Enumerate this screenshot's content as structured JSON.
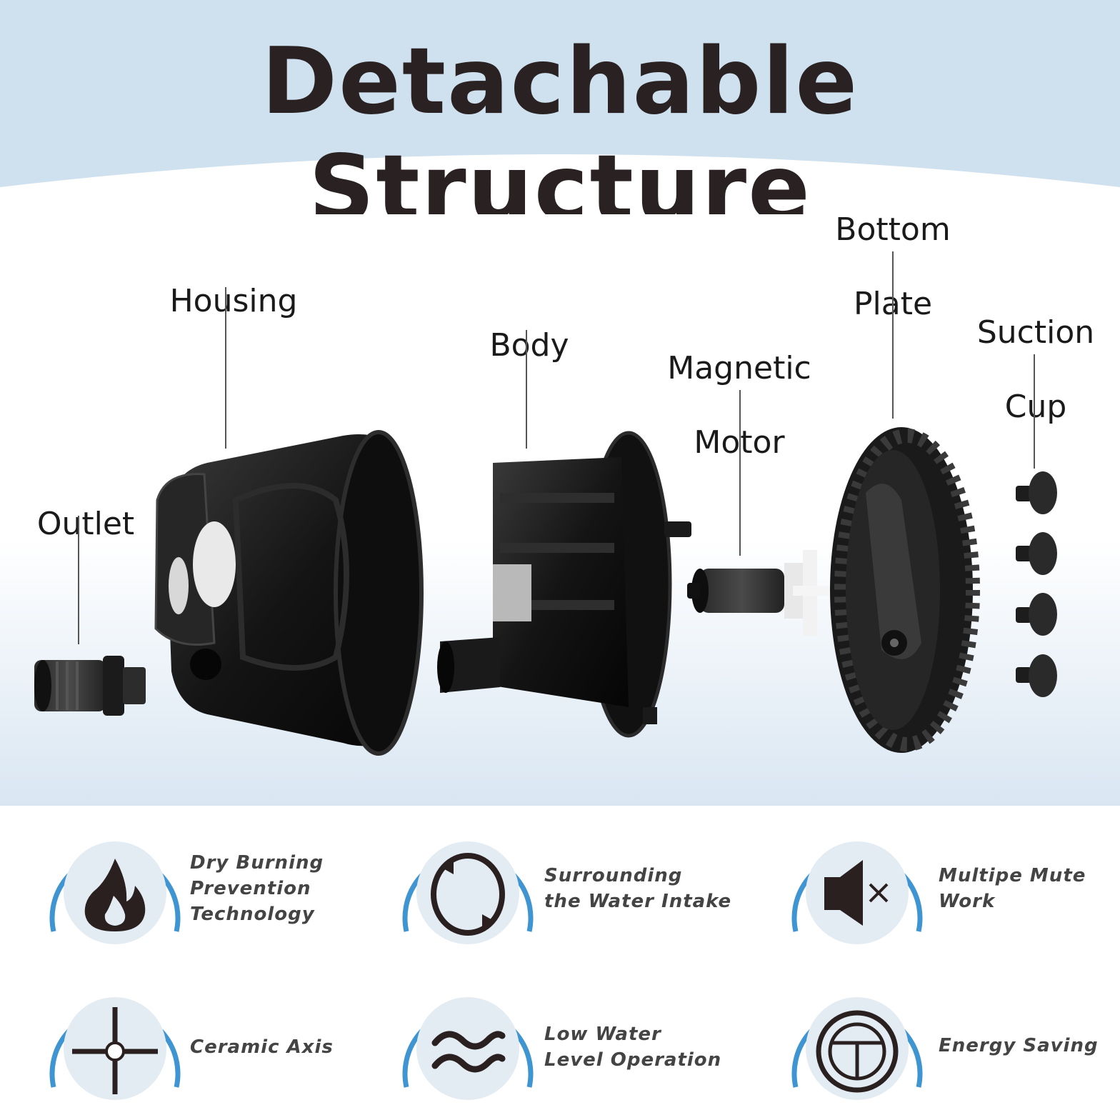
{
  "title": "Detachable Structure",
  "parts": {
    "outlet": "Outlet",
    "housing": "Housing",
    "body": "Body",
    "magnetic_motor": [
      "Magnetic",
      "Motor"
    ],
    "bottom_plate": [
      "Bottom",
      "Plate"
    ],
    "suction_cup": [
      "Suction",
      "Cup"
    ]
  },
  "features": [
    {
      "icon": "flame-icon",
      "lines": [
        "Dry Burning",
        "Prevention",
        "Technology"
      ]
    },
    {
      "icon": "circular-arrows-icon",
      "lines": [
        "Surrounding",
        "the Water Intake"
      ]
    },
    {
      "icon": "mute-speaker-icon",
      "lines": [
        "Multipe Mute",
        "Work"
      ]
    },
    {
      "icon": "ceramic-axis-icon",
      "lines": [
        "Ceramic Axis"
      ]
    },
    {
      "icon": "wave-icon",
      "lines": [
        "Low Water",
        "Level Operation"
      ]
    },
    {
      "icon": "energy-gauge-icon",
      "lines": [
        "Energy Saving"
      ]
    }
  ],
  "colors": {
    "header_blue": "#cfe0ee",
    "accent_blue": "#3f95d2",
    "badge_fill": "#e3ebf3",
    "part_black": "#151515",
    "icon_dark": "#2a2020"
  }
}
